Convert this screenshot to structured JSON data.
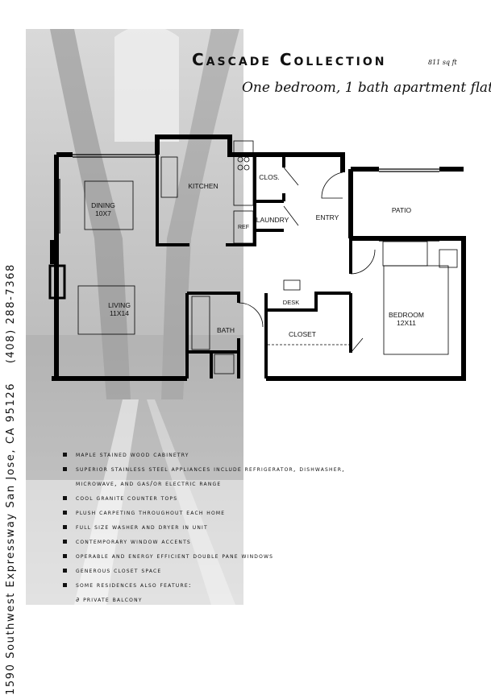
{
  "header": {
    "title": "Cascade Collection",
    "sqft": "811 sq ft",
    "subtitle": "One bedroom, 1 bath apartment flat"
  },
  "side_text": {
    "address": "1590 Southwest Expressway San Jose, CA 95126",
    "phone": "(408) 288-7368"
  },
  "rooms": {
    "dining": "DINING",
    "dining_size": "10X7",
    "kitchen": "KITCHEN",
    "clos": "CLOS.",
    "laundry": "LAUNDRY",
    "ref": "REF",
    "entry": "ENTRY",
    "patio": "PATIO",
    "living": "LIVING",
    "living_size": "11X14",
    "desk": "DESK",
    "bath": "BATH",
    "closet": "CLOSET",
    "bedroom": "BEDROOM",
    "bedroom_size": "12X11"
  },
  "features": [
    "Maple stained wood cabinetry",
    "Superior stainless steel appliances include refrigerator, dishwasher,",
    "microwave, and gas/or electric range",
    "Cool granite counter tops",
    "Plush carpeting throughout each home",
    "Full size washer and dryer in unit",
    "Contemporary window accents",
    "Operable and energy efficient double pane windows",
    "Generous closet space",
    "Some residences also feature:",
    "∂ Private Balcony"
  ]
}
